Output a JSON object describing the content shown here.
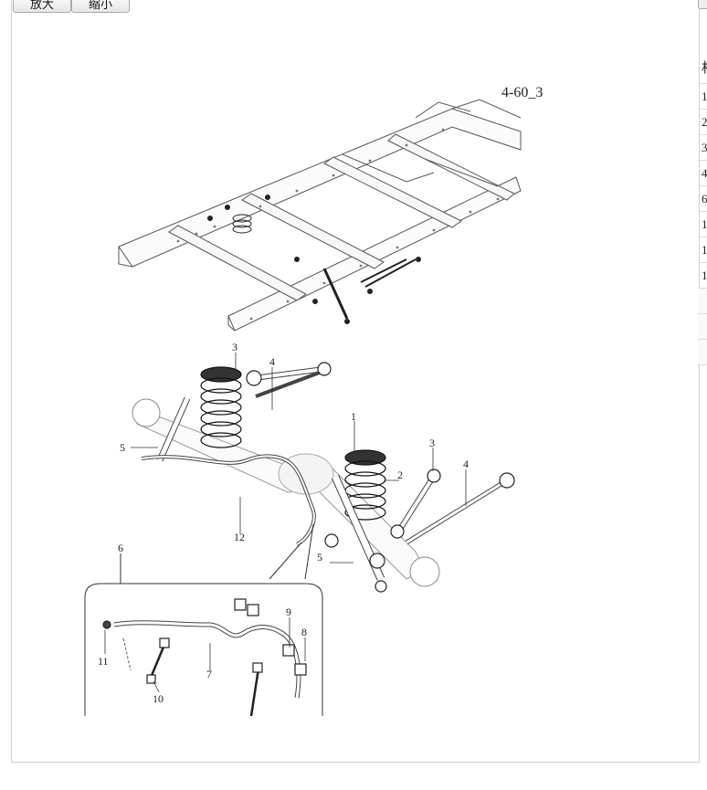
{
  "toolbar": {
    "zoom_in_label": "放大",
    "zoom_out_label": "缩小"
  },
  "diagram": {
    "figure_id": "4-60_3",
    "callouts": [
      "1",
      "2",
      "3",
      "3",
      "4",
      "4",
      "5",
      "5",
      "6",
      "7",
      "8",
      "9",
      "10",
      "11",
      "12"
    ]
  },
  "side_table": {
    "header": "相",
    "rows": [
      "1",
      "2",
      "3",
      "4",
      "6",
      "1",
      "1",
      "1",
      "",
      "",
      ""
    ]
  }
}
